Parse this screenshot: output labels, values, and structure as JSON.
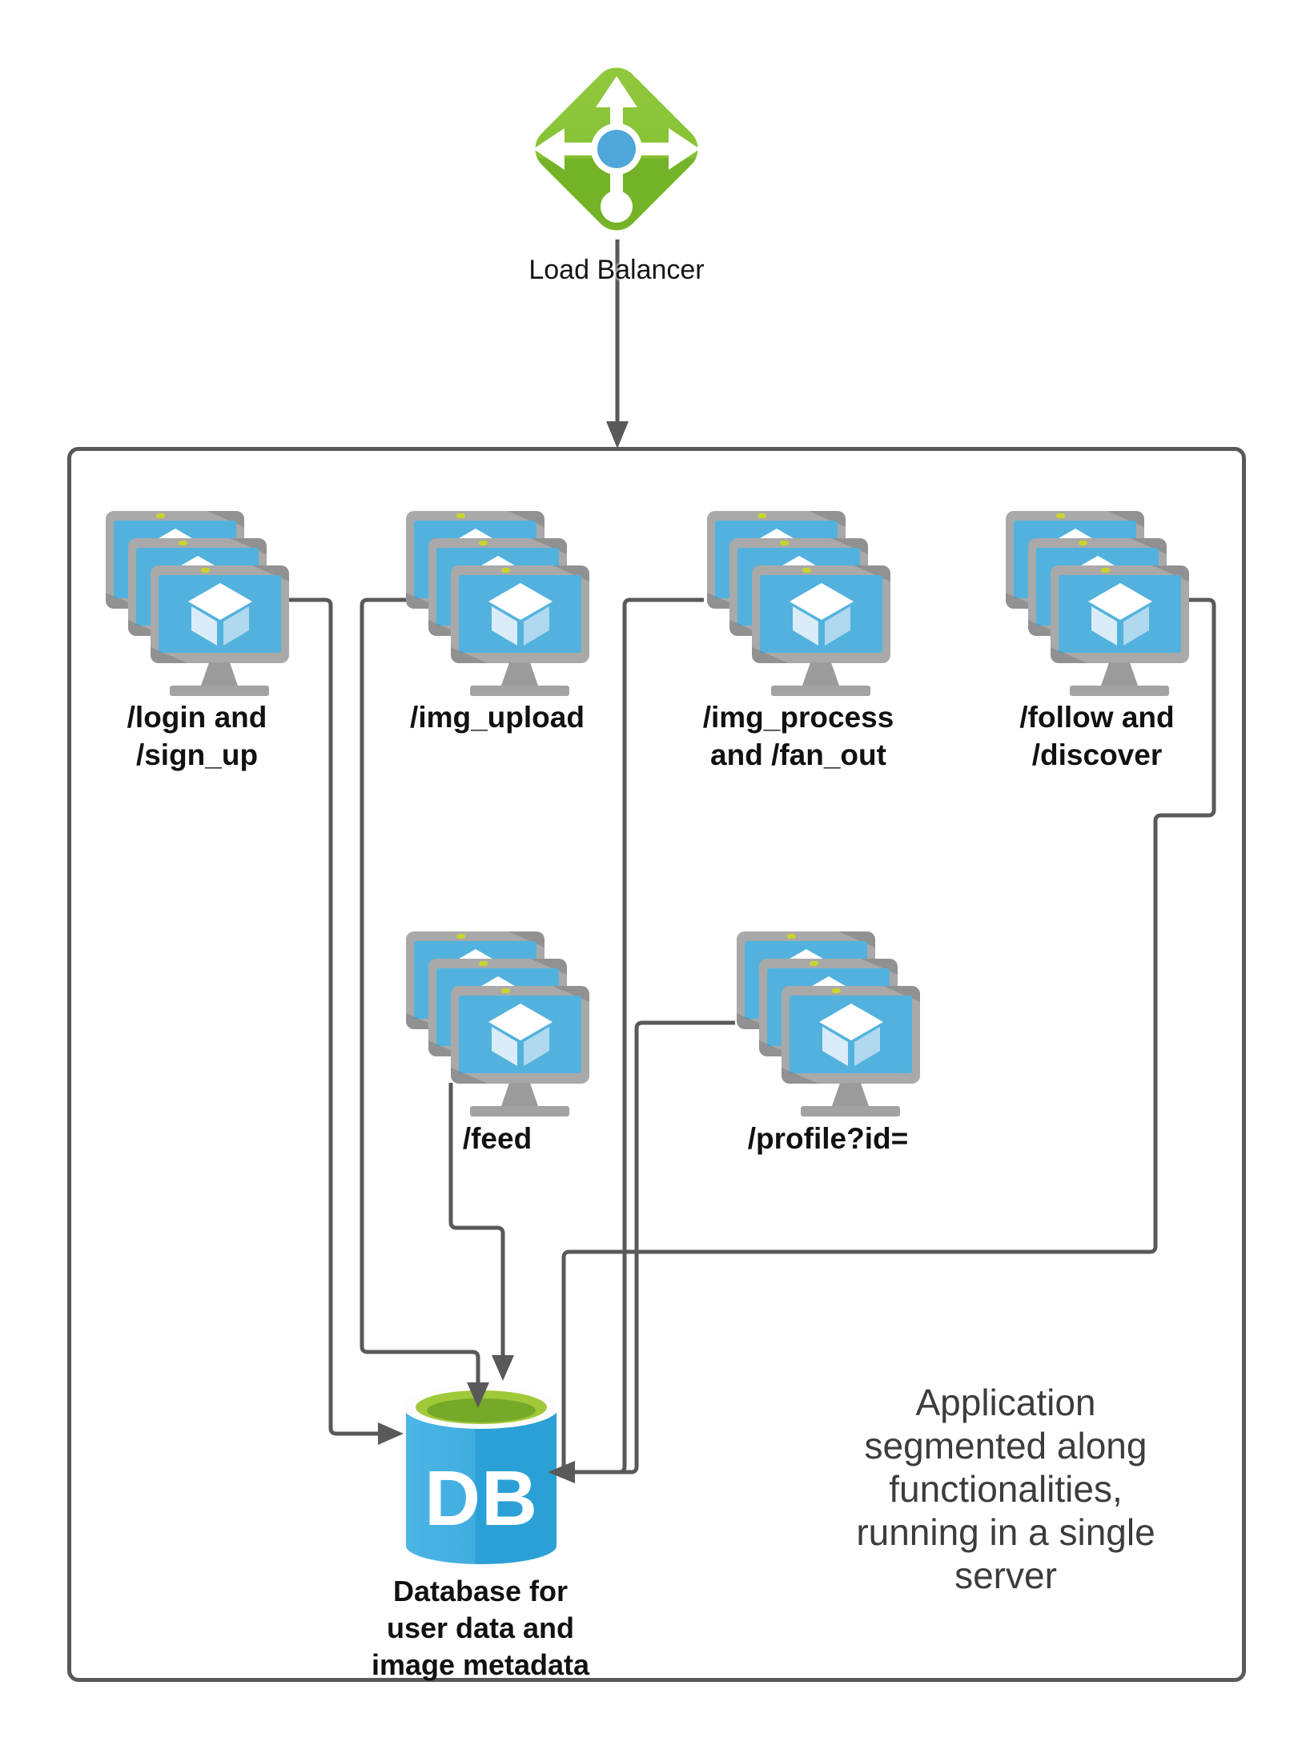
{
  "load_balancer": {
    "label": "Load Balancer"
  },
  "clusters": [
    {
      "id": "login",
      "label_lines": [
        "/login and",
        "/sign_up"
      ]
    },
    {
      "id": "img_upload",
      "label_lines": [
        "/img_upload"
      ]
    },
    {
      "id": "img_process",
      "label_lines": [
        "/img_process",
        "and /fan_out"
      ]
    },
    {
      "id": "follow",
      "label_lines": [
        "/follow and",
        "/discover"
      ]
    },
    {
      "id": "feed",
      "label_lines": [
        "/feed"
      ]
    },
    {
      "id": "profile",
      "label_lines": [
        "/profile?id="
      ]
    }
  ],
  "database": {
    "icon_text": "DB",
    "label_lines": [
      "Database for",
      "user data and",
      "image metadata"
    ]
  },
  "note": {
    "lines": [
      "Application",
      "segmented along",
      "functionalities,",
      "running in a single",
      "server"
    ]
  },
  "colors": {
    "connector_gray": "#595959",
    "lb_green_light": "#92c93e",
    "lb_green_dark": "#74b327",
    "lb_blue": "#4fa7d9",
    "vm_frame_gray": "#a9a9a9",
    "vm_screen_blue": "#52b2dd",
    "db_body_light": "#4cb6e6",
    "db_body_dark": "#2ba0d6",
    "db_top_green": "#a0c93a",
    "db_top_green_dark": "#77a928"
  }
}
